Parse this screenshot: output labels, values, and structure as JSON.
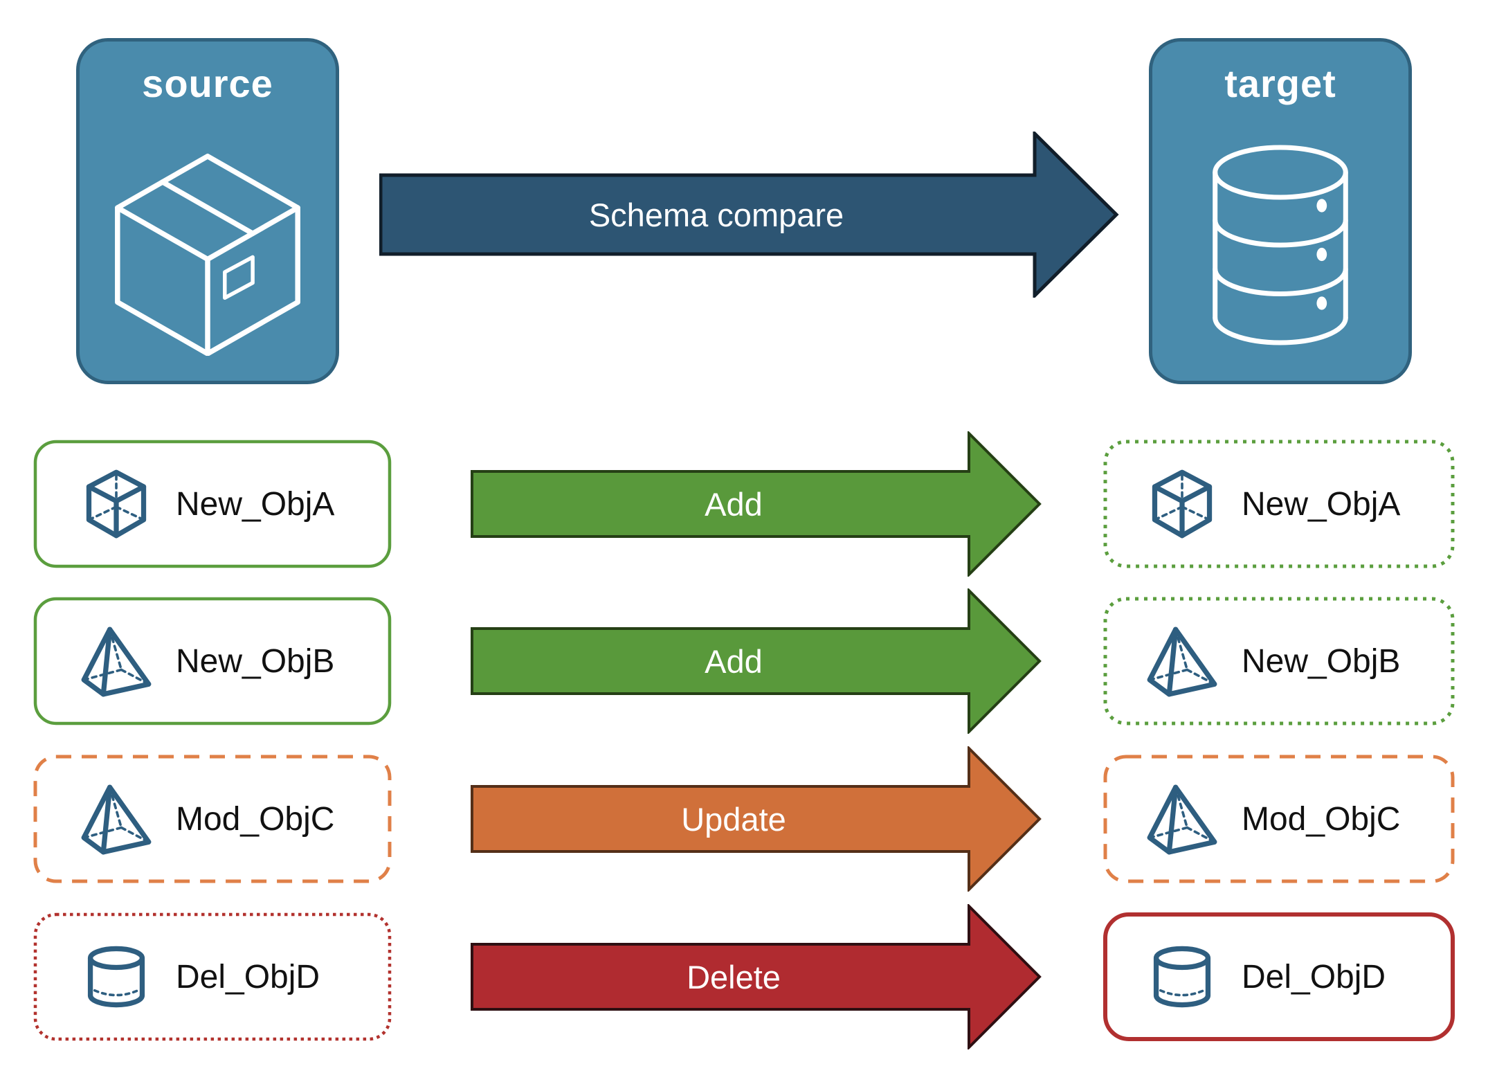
{
  "nodes": {
    "source": {
      "label": "source",
      "icon": "package-icon"
    },
    "target": {
      "label": "target",
      "icon": "database-icon"
    }
  },
  "main_arrow": {
    "label": "Schema compare",
    "fill": "#2D5573",
    "stroke": "#111E2A"
  },
  "rows": [
    {
      "name": "New_ObjA",
      "icon": "cube-icon",
      "action": "Add",
      "left_border": {
        "style": "solid",
        "color": "#5B9E3E"
      },
      "right_border": {
        "style": "dotted",
        "color": "#5B9E3E"
      },
      "arrow": {
        "fill": "#59993B",
        "stroke": "#253F15"
      }
    },
    {
      "name": "New_ObjB",
      "icon": "pyramid-icon",
      "action": "Add",
      "left_border": {
        "style": "solid",
        "color": "#5B9E3E"
      },
      "right_border": {
        "style": "dotted",
        "color": "#5B9E3E"
      },
      "arrow": {
        "fill": "#59993B",
        "stroke": "#253F15"
      }
    },
    {
      "name": "Mod_ObjC",
      "icon": "pyramid-icon",
      "action": "Update",
      "left_border": {
        "style": "dashed",
        "color": "#E08048"
      },
      "right_border": {
        "style": "dashed",
        "color": "#E08048"
      },
      "arrow": {
        "fill": "#D0703A",
        "stroke": "#542F18"
      }
    },
    {
      "name": "Del_ObjD",
      "icon": "cylinder-icon",
      "action": "Delete",
      "left_border": {
        "style": "dotted",
        "color": "#B2322E"
      },
      "right_border": {
        "style": "solid",
        "color": "#B13030"
      },
      "arrow": {
        "fill": "#B02B30",
        "stroke": "#2E0F12"
      }
    }
  ],
  "colors": {
    "background": "#FFFFFF",
    "node_fill": "#4A8BAC",
    "node_border": "#30627E",
    "node_text": "#FFFFFF",
    "node_icon_stroke": "#FFFFFF",
    "object_icon_stroke": "#2E5E80",
    "object_label_text": "#111111",
    "arrow_label_text": "#FFFFFF"
  }
}
